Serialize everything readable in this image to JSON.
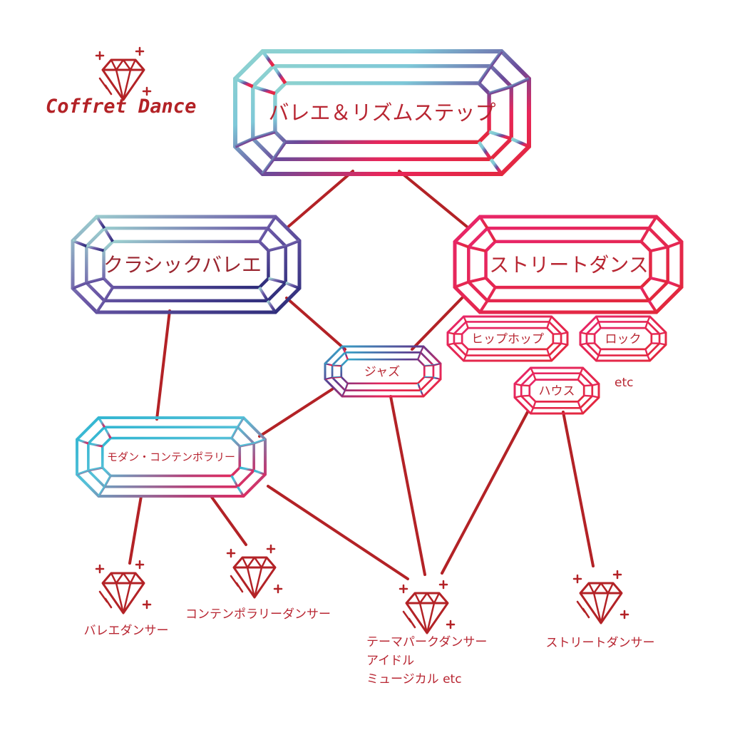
{
  "logo": {
    "text": "Coffret Dance",
    "icon": "diamond-icon"
  },
  "gems": {
    "ballet_rhythm": "バレエ＆リズムステップ",
    "classic_ballet": "クラシックバレエ",
    "street_dance": "ストリートダンス",
    "hiphop": "ヒップホップ",
    "lock": "ロック",
    "jazz": "ジャズ",
    "house": "ハウス",
    "modern_contemporary": "モダン・コンテンポラリー"
  },
  "street_etc": "etc",
  "outcomes": {
    "ballet_dancer": "バレエダンサー",
    "contemporary_dancer": "コンテンポラリーダンサー",
    "theme_park": {
      "line1": "テーマパークダンサー",
      "line2": "アイドル",
      "line3": "ミュージカル etc"
    },
    "street_dancer": "ストリートダンサー"
  },
  "colors": {
    "line": "#b32226",
    "text": "#b82632",
    "pink": "#e8265a",
    "red": "#e2283a",
    "purple": "#5b3a8e",
    "cyan": "#2fb5d1",
    "teal": "#8fd3cf"
  }
}
